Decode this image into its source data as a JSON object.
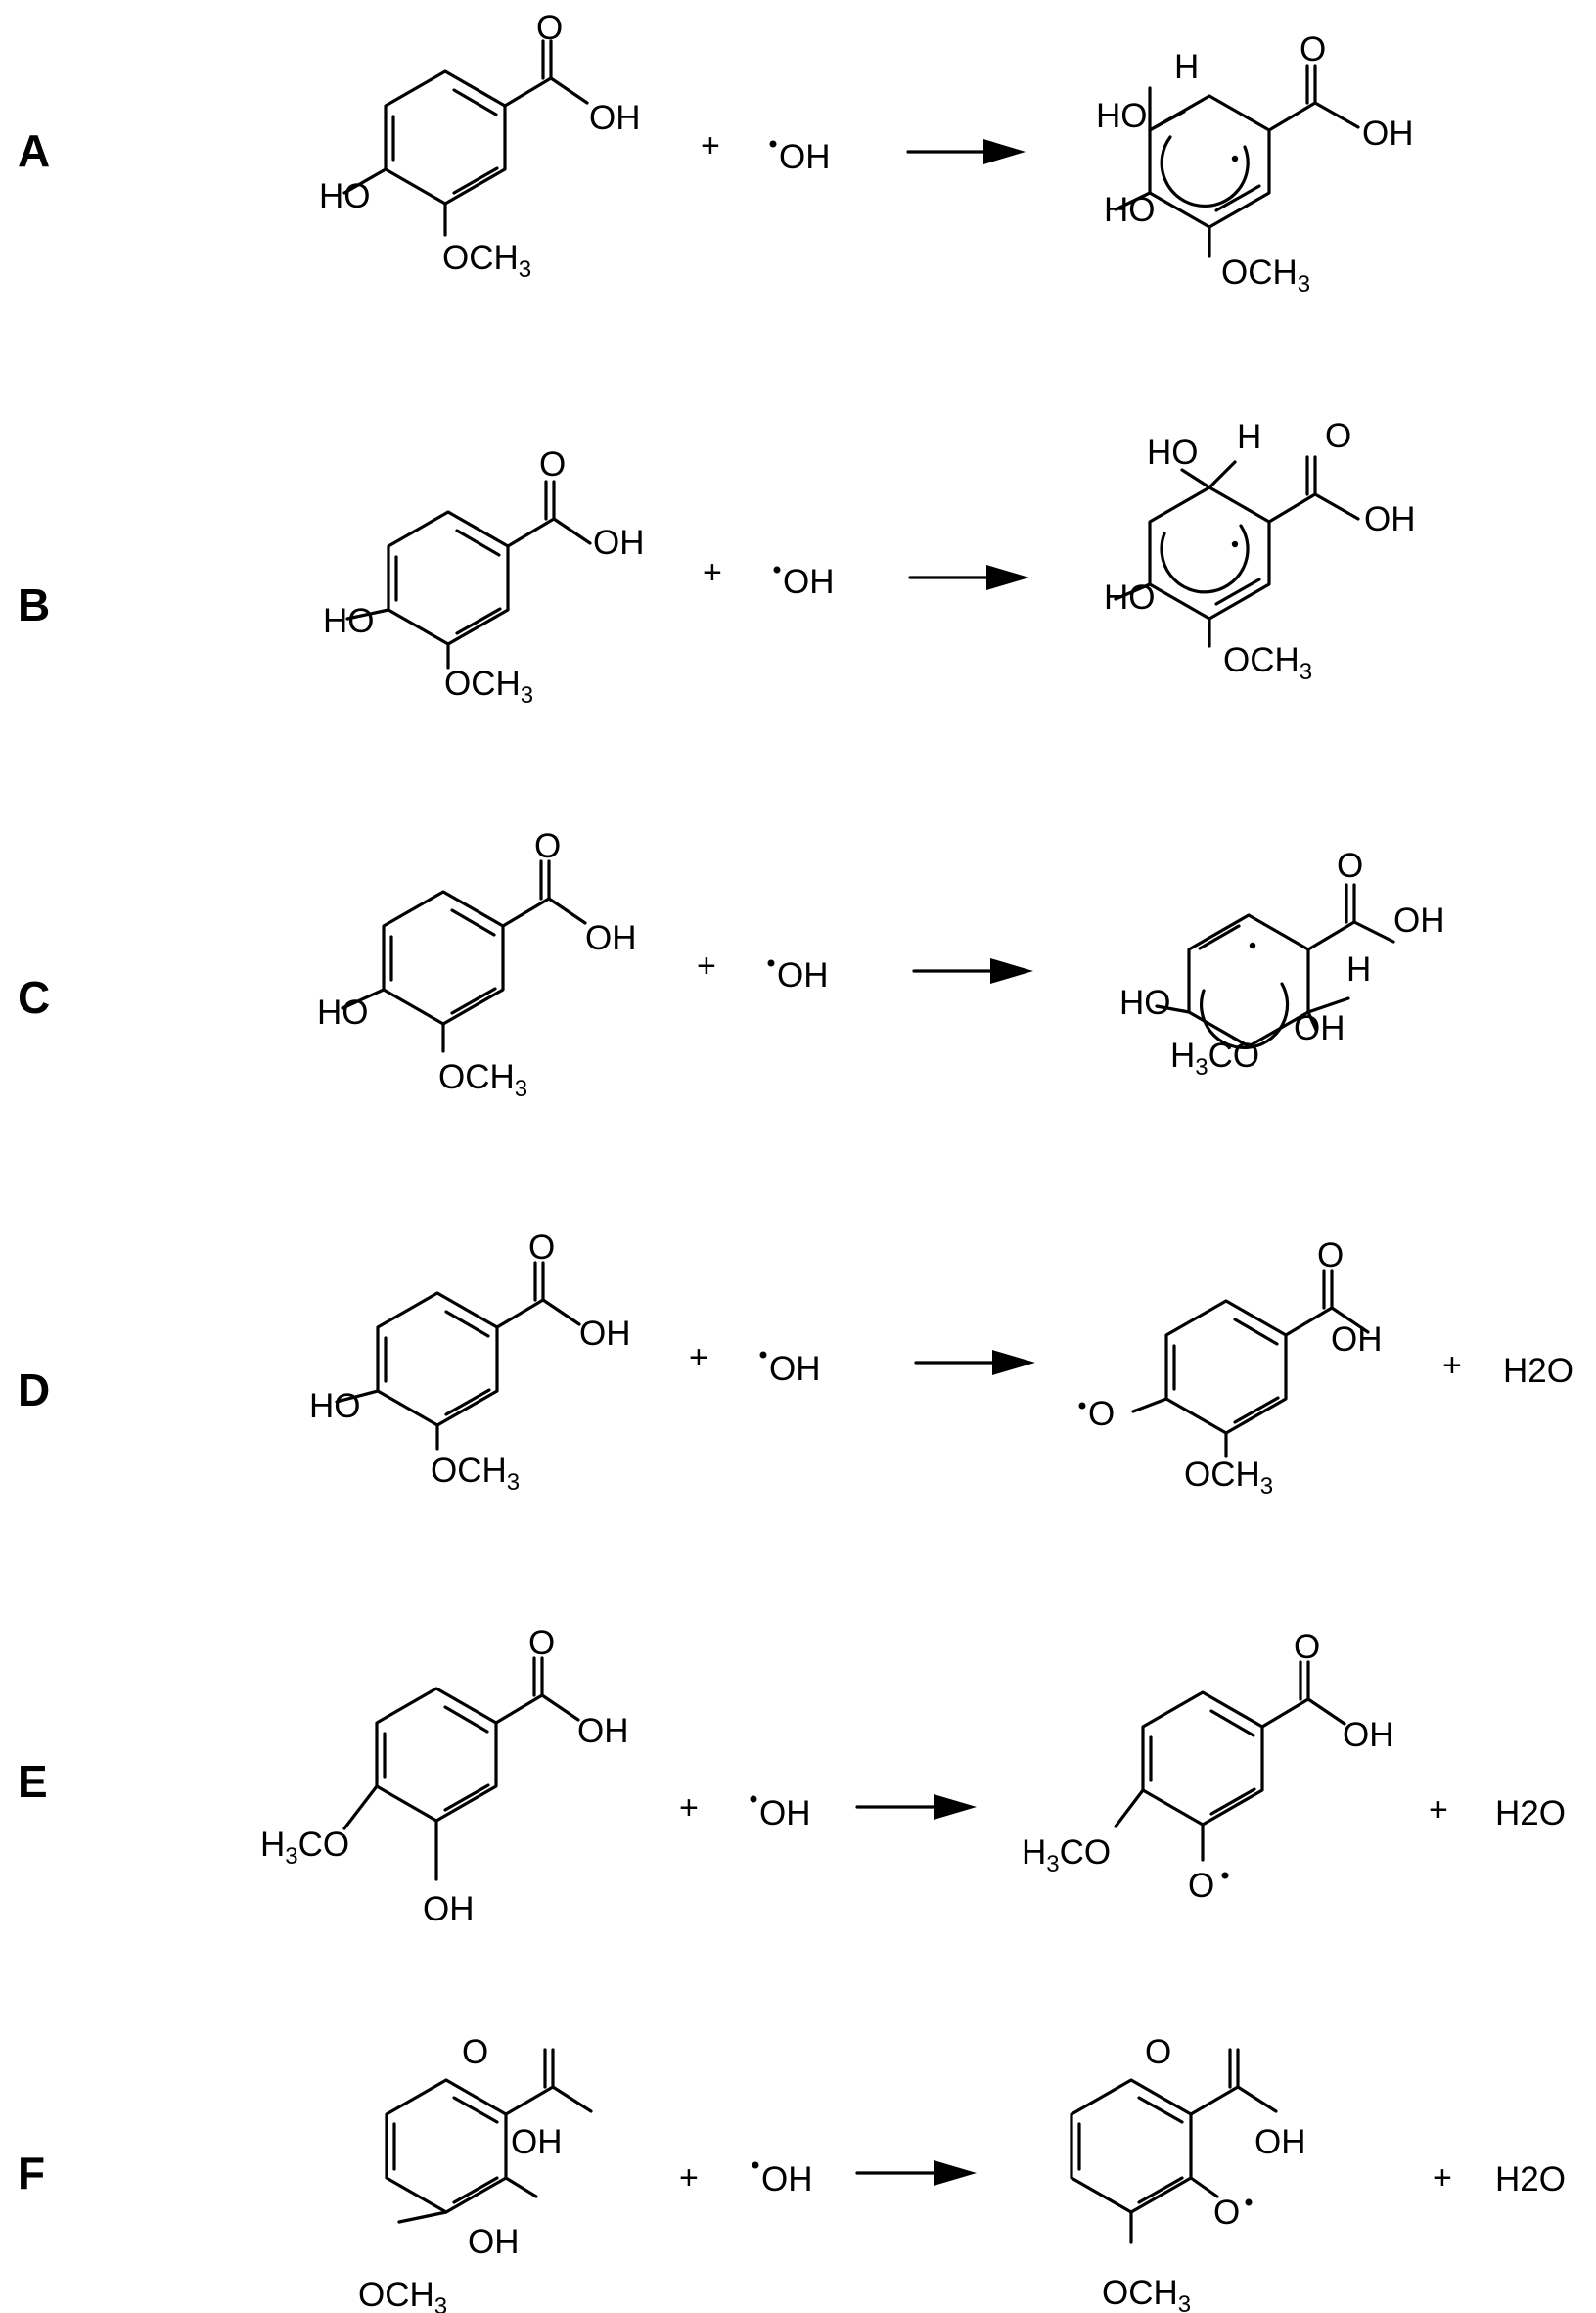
{
  "rows": [
    {
      "label": "A",
      "reactant": {
        "o_carbonyl": "O",
        "oh_acid": "OH",
        "sub1": "HO",
        "sub2": "OCH",
        "sub2_sub": "3",
        "sub2_tail": ""
      },
      "plus1": "+",
      "radical": "OH",
      "product": {
        "o_carbonyl": "O",
        "oh_acid": "OH",
        "h": "H",
        "ho_top": "HO",
        "ho_mid": "HO",
        "och": "OCH",
        "och_sub": "3"
      }
    },
    {
      "label": "B",
      "reactant": {
        "o_carbonyl": "O",
        "oh_acid": "OH",
        "sub1": "HO",
        "sub2": "OCH",
        "sub2_sub": "3",
        "sub2_tail": ""
      },
      "plus1": "+",
      "radical": "OH",
      "product": {
        "o_carbonyl": "O",
        "oh_acid": "OH",
        "h": "H",
        "ho_top": "HO",
        "ho_mid": "HO",
        "och": "OCH",
        "och_sub": "3"
      }
    },
    {
      "label": "C",
      "reactant": {
        "o_carbonyl": "O",
        "oh_acid": "OH",
        "sub1": "HO",
        "sub2": "OCH",
        "sub2_sub": "3",
        "sub2_tail": ""
      },
      "plus1": "+",
      "radical": "OH",
      "product": {
        "o_carbonyl": "O",
        "oh_acid": "OH",
        "h": "H",
        "ho": "HO",
        "oh": "OH",
        "h3co_h": "H",
        "h3co_sub": "3",
        "h3co_tail": "CO"
      }
    },
    {
      "label": "D",
      "reactant": {
        "o_carbonyl": "O",
        "oh_acid": "OH",
        "sub1": "HO",
        "sub2": "OCH",
        "sub2_sub": "3",
        "sub2_tail": ""
      },
      "plus1": "+",
      "radical": "OH",
      "product": {
        "o_carbonyl": "O",
        "oh_acid": "OH",
        "o_rad": "O",
        "och": "OCH",
        "och_sub": "3"
      },
      "plus2": "+",
      "water": "H2O"
    },
    {
      "label": "E",
      "reactant": {
        "o_carbonyl": "O",
        "oh_acid": "OH",
        "h3co_h": "H",
        "h3co_sub": "3",
        "h3co_tail": "CO",
        "oh_low": "OH"
      },
      "plus1": "+",
      "radical": "OH",
      "product": {
        "o_carbonyl": "O",
        "oh_acid": "OH",
        "h3co_h": "H",
        "h3co_sub": "3",
        "h3co_tail": "CO",
        "o_rad": "O"
      },
      "plus2": "+",
      "water": "H2O"
    },
    {
      "label": "F",
      "reactant": {
        "o_carbonyl": "O",
        "oh_acid": "OH",
        "oh_ring": "OH",
        "och": "OCH",
        "och_sub": "3"
      },
      "plus1": "+",
      "radical": "OH",
      "product": {
        "o_carbonyl": "O",
        "oh_acid": "OH",
        "o_rad": "O",
        "och": "OCH",
        "och_sub": "3"
      },
      "plus2": "+",
      "water": "H2O"
    }
  ]
}
